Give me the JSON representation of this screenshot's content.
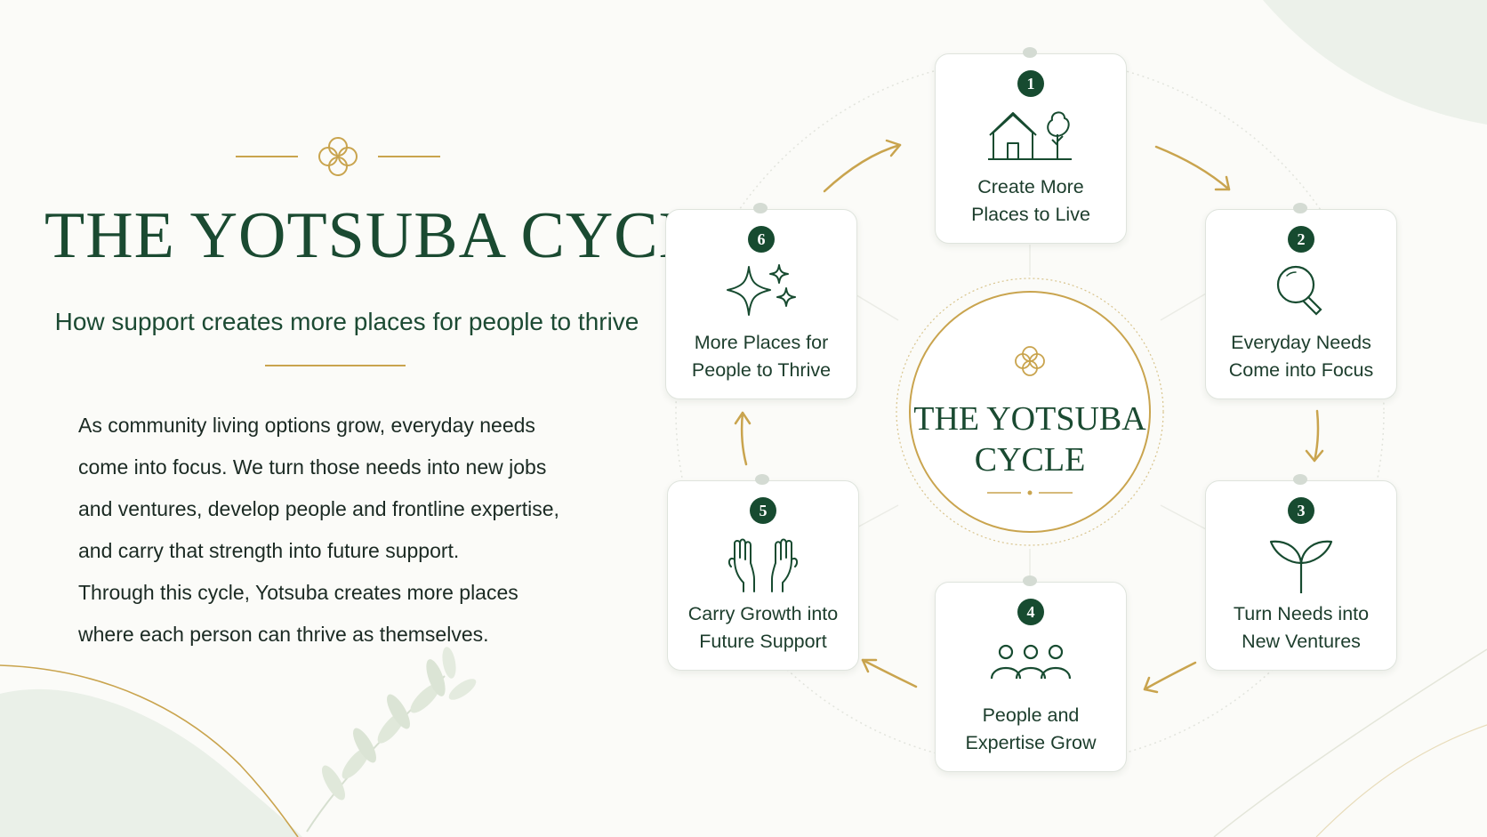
{
  "slide": {
    "title": "THE YOTSUBA CYCLE",
    "subtitle": "How support creates more places for people to thrive",
    "body_lines": [
      "As community living options grow, everyday needs",
      "come into focus. We turn those needs into new jobs",
      "and ventures, develop people and frontline expertise,",
      "and carry that strength into future support.",
      "Through this cycle, Yotsuba creates more places",
      "where each person can thrive as themselves."
    ]
  },
  "cycle": {
    "center_title_lines": [
      "THE YOTSUBA",
      "CYCLE"
    ],
    "center_icon": "clover-icon",
    "steps": [
      {
        "number": "1",
        "label_lines": [
          "Create More",
          "Places to Live"
        ],
        "icon": "house-tree-icon"
      },
      {
        "number": "2",
        "label_lines": [
          "Everyday Needs",
          "Come into Focus"
        ],
        "icon": "magnifier-icon"
      },
      {
        "number": "3",
        "label_lines": [
          "Turn Needs into",
          "New Ventures"
        ],
        "icon": "sprout-icon"
      },
      {
        "number": "4",
        "label_lines": [
          "People and",
          "Expertise Grow"
        ],
        "icon": "people-group-icon"
      },
      {
        "number": "5",
        "label_lines": [
          "Carry Growth into",
          "Future Support"
        ],
        "icon": "open-hands-icon"
      },
      {
        "number": "6",
        "label_lines": [
          "More Places for",
          "People to Thrive"
        ],
        "icon": "sparkles-icon"
      }
    ]
  },
  "colors": {
    "primary_green": "#174b30",
    "gold_accent": "#c9a44e",
    "background": "#fbfbf8",
    "card_border": "#dfe4dd"
  }
}
